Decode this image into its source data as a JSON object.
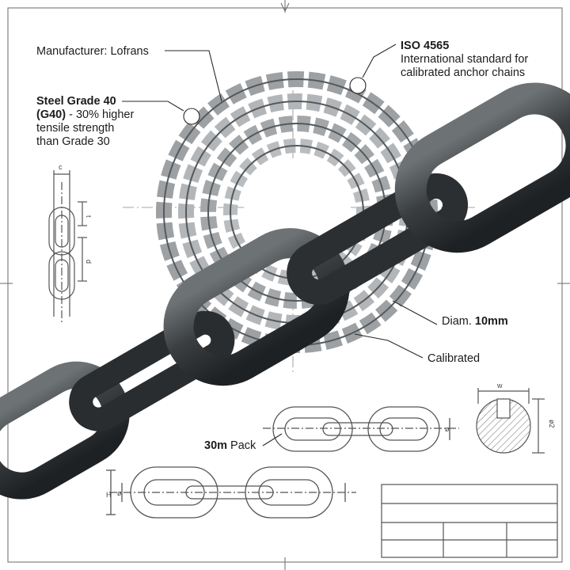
{
  "manufacturer_label": "Manufacturer: Lofrans",
  "grade": {
    "line1_bold": "Steel Grade 40",
    "line2_bold": "(G40)",
    "line2_rest": " - 30% higher",
    "line3": "tensile strength",
    "line4": "than Grade 30"
  },
  "standard": {
    "title": "ISO 4565",
    "line1": "International standard for",
    "line2": "calibrated anchor chains"
  },
  "diameter": {
    "prefix": "Diam. ",
    "value": "10mm"
  },
  "calibrated_label": "Calibrated",
  "pack": {
    "value": "30m",
    "suffix": " Pack"
  },
  "drawing_dims": {
    "c": "c",
    "t": "t",
    "d": "d",
    "w": "w",
    "h": "H",
    "diam": "ø",
    "d2": "ø2"
  },
  "colors": {
    "steel_dark": "#35393c",
    "steel_light": "#a8acae",
    "linework": "#5a5a5a",
    "text": "#1c1c1c"
  }
}
